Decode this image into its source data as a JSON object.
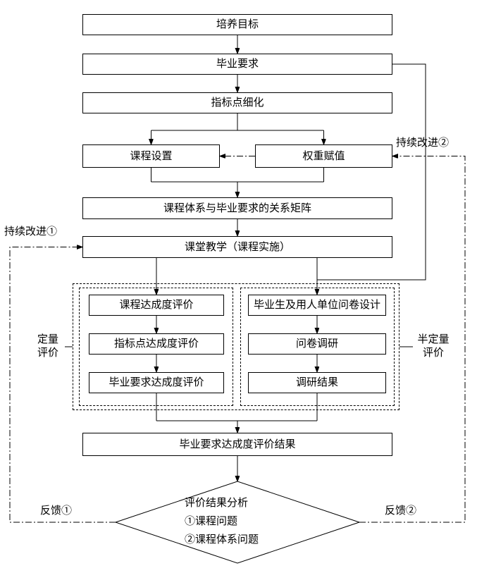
{
  "nodes": {
    "training_objectives": "培养目标",
    "graduation_requirements": "毕业要求",
    "indicator_refinement": "指标点细化",
    "course_setup": "课程设置",
    "weight_assignment": "权重赋值",
    "relation_matrix": "课程体系与毕业要求的关系矩阵",
    "classroom_teaching": "课堂教学（课程实施）",
    "course_achievement": "课程达成度评价",
    "indicator_achievement": "指标点达成度评价",
    "graduation_achievement": "毕业要求达成度评价",
    "questionnaire_design": "毕业生及用人单位问卷设计",
    "questionnaire_survey": "问卷调研",
    "survey_result": "调研结果",
    "evaluation_result": "毕业要求达成度评价结果"
  },
  "decision": {
    "title": "评价结果分析",
    "item1": "①课程问题",
    "item2": "②课程体系问题"
  },
  "labels": {
    "continuous_improvement_1": "持续改进①",
    "continuous_improvement_2": "持续改进②",
    "feedback_1": "反馈①",
    "feedback_2": "反馈②",
    "quantitative": "定量\n评价",
    "semi_quantitative": "半定量\n评价"
  }
}
